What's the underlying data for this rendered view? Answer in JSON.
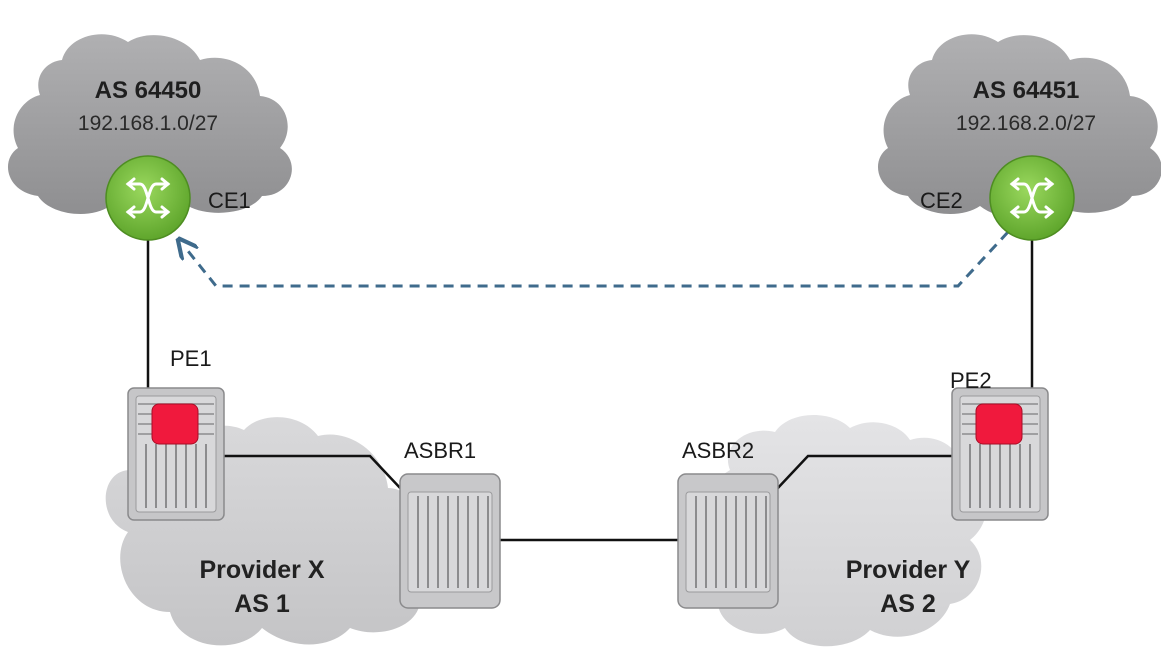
{
  "customer_left": {
    "as_name": "AS 64450",
    "subnet": "192.168.1.0/27"
  },
  "customer_right": {
    "as_name": "AS 64451",
    "subnet": "192.168.2.0/27"
  },
  "provider_x": {
    "name": "Provider X",
    "as": "AS 1"
  },
  "provider_y": {
    "name": "Provider Y",
    "as": "AS 2"
  },
  "routers": {
    "ce1": "CE1",
    "ce2": "CE2",
    "pe1": "PE1",
    "pe2": "PE2",
    "asbr1": "ASBR1",
    "asbr2": "ASBR2"
  },
  "colors": {
    "customer_cloud": "#9d9d9f",
    "provider_cloud": "#cfcfd1",
    "ce_router": "#7bc043",
    "pe_highlight": "#f0193d",
    "switch_body": "#c4c4c6",
    "dashed_path": "#3f6b8c"
  },
  "icons": {
    "ce_router": "switch-router-icon",
    "pe_router": "chassis-router-icon",
    "asbr": "chassis-router-icon"
  }
}
